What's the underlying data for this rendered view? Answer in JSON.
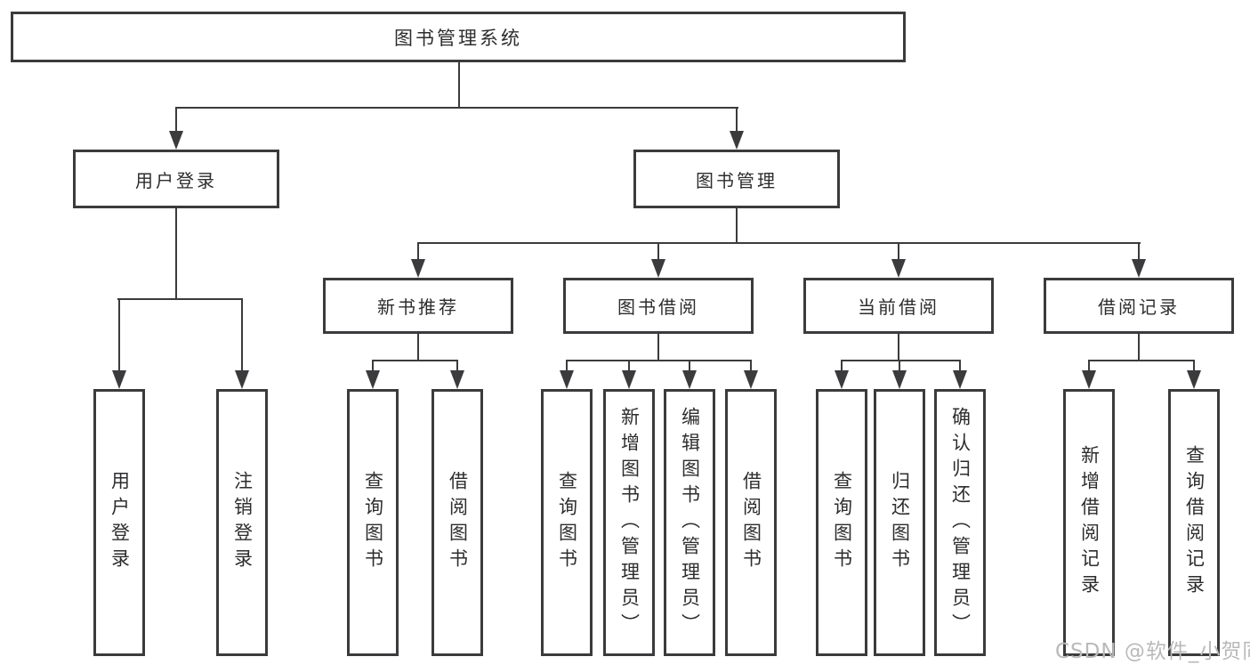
{
  "tree": {
    "root": {
      "label": "图书管理系统"
    },
    "branches": [
      {
        "label": "用户登录",
        "leaves": [
          {
            "label": "用户登录"
          },
          {
            "label": "注销登录"
          }
        ]
      },
      {
        "label": "图书管理",
        "groups": [
          {
            "label": "新书推荐",
            "leaves": [
              {
                "label": "查询图书"
              },
              {
                "label": "借阅图书"
              }
            ]
          },
          {
            "label": "图书借阅",
            "leaves": [
              {
                "label": "查询图书"
              },
              {
                "label": "新增图书（管理员）"
              },
              {
                "label": "编辑图书（管理员）"
              },
              {
                "label": "借阅图书"
              }
            ]
          },
          {
            "label": "当前借阅",
            "leaves": [
              {
                "label": "查询图书"
              },
              {
                "label": "归还图书"
              },
              {
                "label": "确认归还（管理员）"
              }
            ]
          },
          {
            "label": "借阅记录",
            "leaves": [
              {
                "label": "新增借阅记录"
              },
              {
                "label": "查询借阅记录"
              }
            ]
          }
        ]
      }
    ]
  },
  "watermark": {
    "text": "CSDN @软件_小贺同学"
  },
  "colors": {
    "line": "#3b3b3d",
    "box_border": "#3b3b3d",
    "box_fill": "#ffffff",
    "text": "#2d2d2f",
    "watermark": "#b9b9b9",
    "background": "#ffffff"
  }
}
